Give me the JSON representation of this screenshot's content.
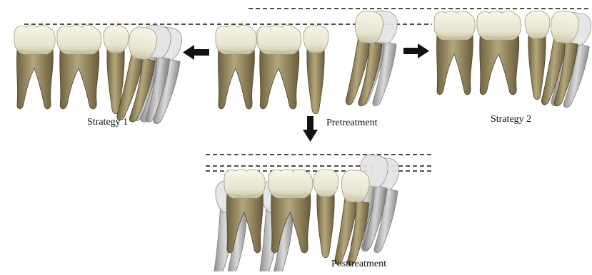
{
  "labels": {
    "strategy1": "Strategy 1",
    "strategy2": "Strategy 2",
    "pretreatment": "Pretreatment",
    "posttreatment": "Posttreatment"
  },
  "colors": {
    "crown": "#ecebd9",
    "crown_shade": "#c9c7ad",
    "root": "#9c8e64",
    "root_dark": "#6c5f3e",
    "ghost": "#c8c8c8",
    "ghost_dark": "#8a8a8a",
    "arrow": "#111111",
    "dash": "#111111"
  },
  "icons": {
    "arrow_left": "arrow-left-icon",
    "arrow_right": "arrow-right-icon",
    "arrow_down": "arrow-down-icon"
  }
}
